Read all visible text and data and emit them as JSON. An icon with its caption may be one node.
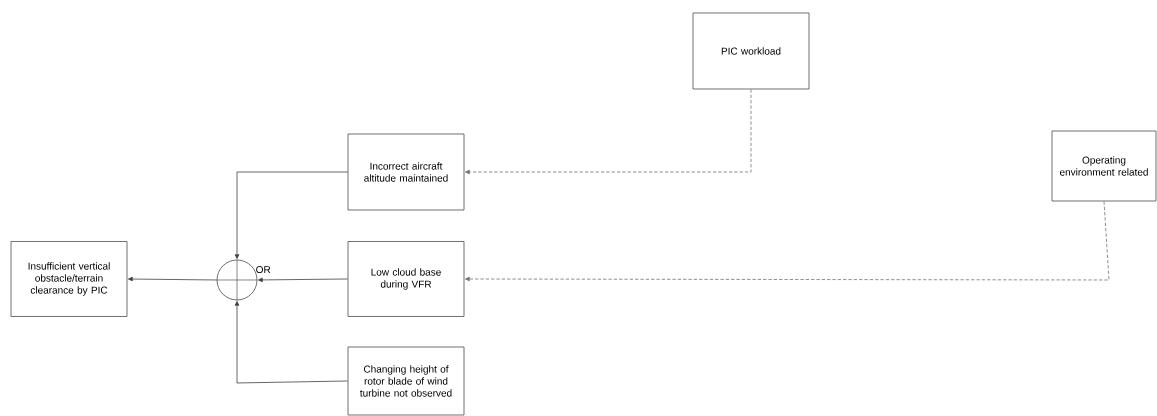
{
  "diagram": {
    "nodes": [
      {
        "text": [
          "Insufficient vertical obstacle/terrain clearance by PIC"
        ]
      },
      {
        "text": [],
        "shape": "circle",
        "beside": [
          "OR"
        ]
      },
      {
        "text": [
          "Incorrect aircraft altitude maintained"
        ]
      },
      {
        "text": [
          "Low cloud base during VFR"
        ]
      },
      {
        "text": [
          "Changing height of rotor blade of wind turbine not observed"
        ]
      },
      {
        "text": [
          "PIC workload"
        ]
      },
      {
        "text": [
          "Operating environment related"
        ]
      }
    ],
    "edges": [
      {
        "from": 1,
        "to": 0,
        "arrow": "to"
      },
      {
        "from": 2,
        "to": 1,
        "arrow": "to"
      },
      {
        "from": 3,
        "to": 1,
        "arrow": "to"
      },
      {
        "from": 4,
        "to": 1,
        "arrow": "to"
      },
      {
        "from": 5,
        "to": 2,
        "arrow": "to",
        "style": "dashed"
      },
      {
        "from": 6,
        "to": 3,
        "arrow": "to",
        "style": "dashed"
      }
    ]
  }
}
